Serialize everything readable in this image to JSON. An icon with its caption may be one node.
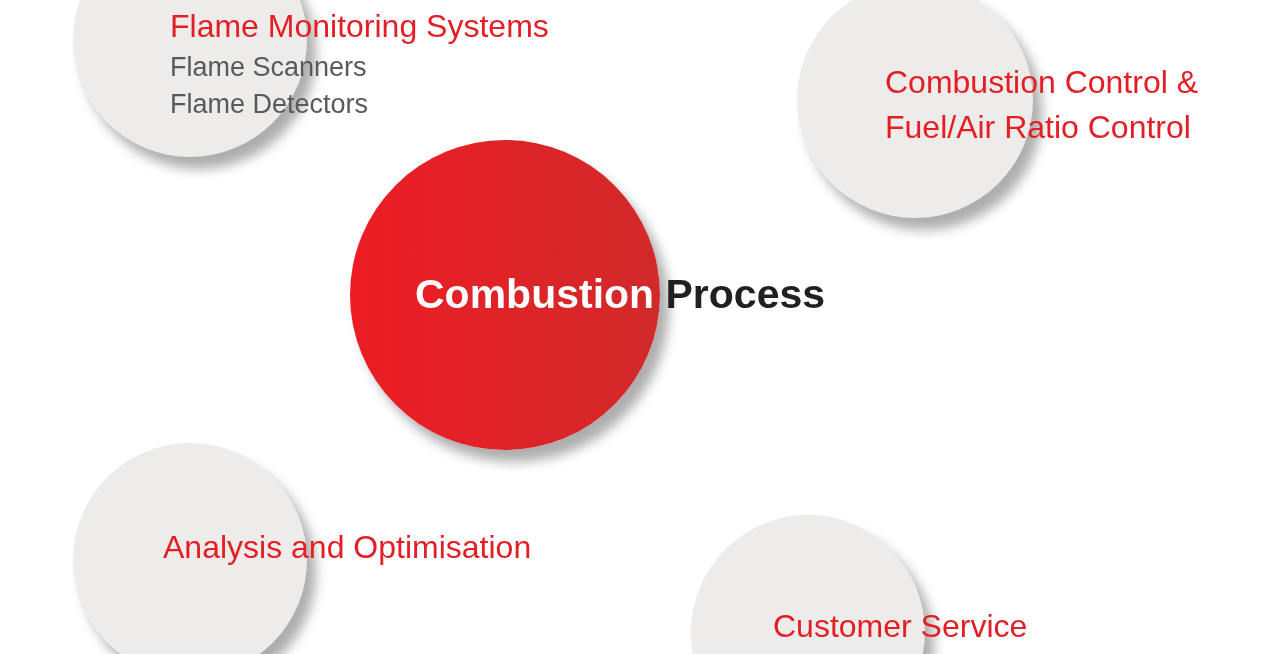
{
  "diagram": {
    "nodes": [
      {
        "text": [
          "Flame Monitoring Systems",
          "Flame Scanners",
          "Flame Detectors"
        ]
      },
      {
        "text": [
          "Combustion Control & Fuel/Air Ratio Control"
        ]
      },
      {
        "text": [
          "Combustion Process"
        ]
      },
      {
        "text": [
          "Analysis and Optimisation"
        ]
      },
      {
        "text": [
          "Customer Service"
        ]
      }
    ],
    "edges": []
  }
}
